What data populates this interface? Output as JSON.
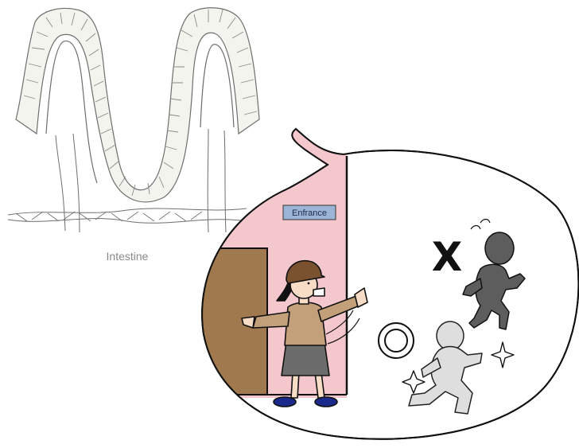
{
  "labels": {
    "intestine": "Intestine",
    "entrance_sign": "Enfrance",
    "bad_mark": "X",
    "good_mark": "O"
  },
  "colors": {
    "bubble_pink": "#f4c7cd",
    "door_brown": "#a0794e",
    "jacket": "#c4a07a",
    "skirt": "#6c6c6c",
    "hat": "#7a5230",
    "sign_bg": "#9cb5d6",
    "bad_figure": "#5d5d5d",
    "good_figure": "#dedede",
    "villi_cell_fill": "#f3f3ee"
  }
}
